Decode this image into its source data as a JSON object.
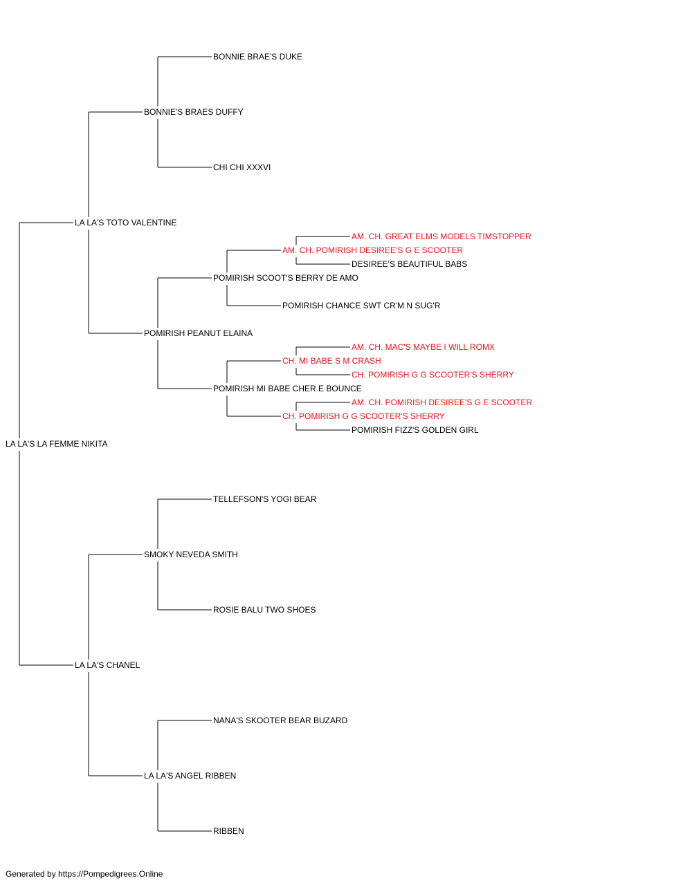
{
  "colors": {
    "normal": "#000000",
    "champion": "#e8141b",
    "line": "#000000"
  },
  "pedigree": {
    "name": "LA LA'S LA FEMME NIKITA",
    "sire": {
      "name": "LA LA'S TOTO VALENTINE",
      "sire": {
        "name": "BONNIE'S BRAES DUFFY",
        "sire": {
          "name": "BONNIE BRAE'S DUKE"
        },
        "dam": {
          "name": "CHI CHI XXXVI"
        }
      },
      "dam": {
        "name": "POMIRISH PEANUT ELAINA",
        "sire": {
          "name": "POMIRISH SCOOT'S BERRY DE AMO",
          "sire": {
            "name": "AM. CH. POMIRISH DESIREE'S G E SCOOTER",
            "champion": true,
            "sire": {
              "name": "AM. CH. GREAT ELMS MODELS TIMSTOPPER",
              "champion": true
            },
            "dam": {
              "name": "DESIREE'S BEAUTIFUL BABS"
            }
          },
          "dam": {
            "name": "POMIRISH CHANCE SWT CR'M N SUG'R"
          }
        },
        "dam": {
          "name": "POMIRISH MI BABE CHER E BOUNCE",
          "sire": {
            "name": "CH. MI BABE S M CRASH",
            "champion": true,
            "sire": {
              "name": "AM. CH. MAC'S MAYBE I WILL ROMX",
              "champion": true
            },
            "dam": {
              "name": "CH. POMIRISH G G SCOOTER'S SHERRY",
              "champion": true
            }
          },
          "dam": {
            "name": "CH. POMIRISH G G SCOOTER'S SHERRY",
            "champion": true,
            "sire": {
              "name": "AM. CH. POMIRISH DESIREE'S G E SCOOTER",
              "champion": true
            },
            "dam": {
              "name": "POMIRISH FIZZ'S GOLDEN GIRL"
            }
          }
        }
      }
    },
    "dam": {
      "name": "LA LA'S CHANEL",
      "sire": {
        "name": "SMOKY NEVEDA SMITH",
        "sire": {
          "name": "TELLEFSON'S YOGI BEAR"
        },
        "dam": {
          "name": "ROSIE BALU TWO SHOES"
        }
      },
      "dam": {
        "name": "LA LA'S ANGEL RIBBEN",
        "sire": {
          "name": "NANA'S SKOOTER BEAR BUZARD"
        },
        "dam": {
          "name": "RIBBEN"
        }
      }
    }
  },
  "footer": {
    "text": "Generated by https://Pompedigrees.Online"
  }
}
